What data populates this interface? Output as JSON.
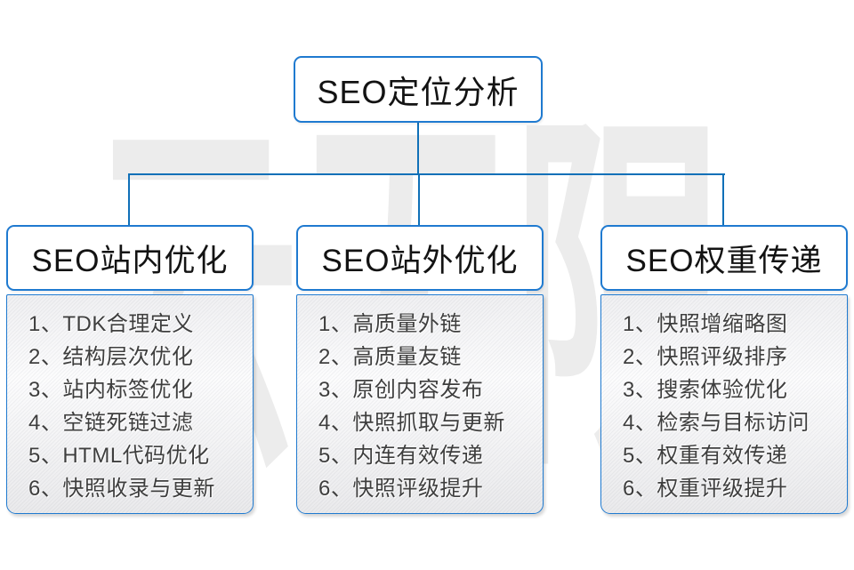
{
  "diagram": {
    "watermark": "云无限",
    "accent_color": "#1f7ad0",
    "connector_color": "#1070b8",
    "root": {
      "label": "SEO定位分析"
    },
    "columns": [
      {
        "title": "SEO站内优化",
        "items": [
          "1、TDK合理定义",
          "2、结构层次优化",
          "3、站内标签优化",
          "4、空链死链过滤",
          "5、HTML代码优化",
          "6、快照收录与更新"
        ]
      },
      {
        "title": "SEO站外优化",
        "items": [
          "1、高质量外链",
          "2、高质量友链",
          "3、原创内容发布",
          "4、快照抓取与更新",
          "5、内连有效传递",
          "6、快照评级提升"
        ]
      },
      {
        "title": "SEO权重传递",
        "items": [
          "1、快照增缩略图",
          "2、快照评级排序",
          "3、搜索体验优化",
          "4、检索与目标访问",
          "5、权重有效传递",
          "6、权重评级提升"
        ]
      }
    ]
  }
}
